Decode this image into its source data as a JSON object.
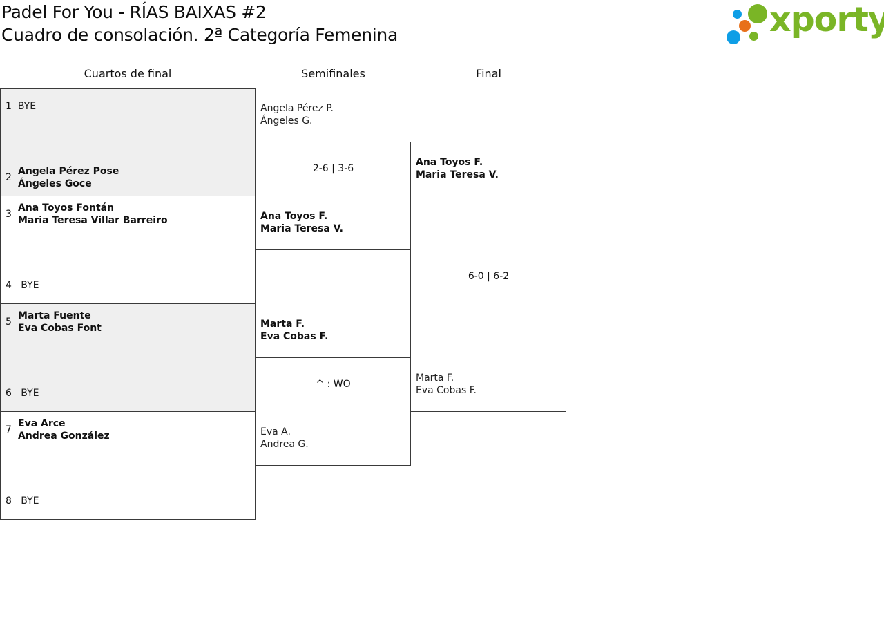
{
  "header": {
    "title_line1": "Padel For You - RÍAS BAIXAS #2",
    "title_line2": "Cuadro de consolación. 2ª Categoría Femenina"
  },
  "logo": {
    "text": "xporty",
    "colors": {
      "green": "#7ab526",
      "blue": "#0e9ee6",
      "orange": "#e8701a"
    }
  },
  "rounds": {
    "qf": "Cuartos de final",
    "sf": "Semifinales",
    "final": "Final"
  },
  "quarterfinals": [
    {
      "seed": "1",
      "p1": "BYE",
      "p2": ""
    },
    {
      "seed": "2",
      "p1": "Angela Pérez Pose",
      "p2": "Ángeles Goce"
    },
    {
      "seed": "3",
      "p1": "Ana Toyos Fontán",
      "p2": "Maria Teresa Villar Barreiro"
    },
    {
      "seed": "4",
      "p1": "BYE",
      "p2": ""
    },
    {
      "seed": "5",
      "p1": "Marta Fuente",
      "p2": "Eva Cobas Font"
    },
    {
      "seed": "6",
      "p1": "BYE",
      "p2": ""
    },
    {
      "seed": "7",
      "p1": "Eva Arce",
      "p2": "Andrea González"
    },
    {
      "seed": "8",
      "p1": "BYE",
      "p2": ""
    }
  ],
  "semifinals": [
    {
      "p1": "Angela Pérez P.",
      "p2": "Ángeles G."
    },
    {
      "p1": "Ana Toyos F.",
      "p2": "Maria Teresa V."
    },
    {
      "p1": "Marta F.",
      "p2": "Eva Cobas F."
    },
    {
      "p1": "Eva A.",
      "p2": "Andrea G."
    }
  ],
  "sf_scores": [
    "2-6 | 3-6",
    "^ : WO"
  ],
  "final": [
    {
      "p1": "Ana Toyos F.",
      "p2": "Maria Teresa V."
    },
    {
      "p1": "Marta F.",
      "p2": "Eva Cobas F."
    }
  ],
  "final_score": "6-0 | 6-2"
}
